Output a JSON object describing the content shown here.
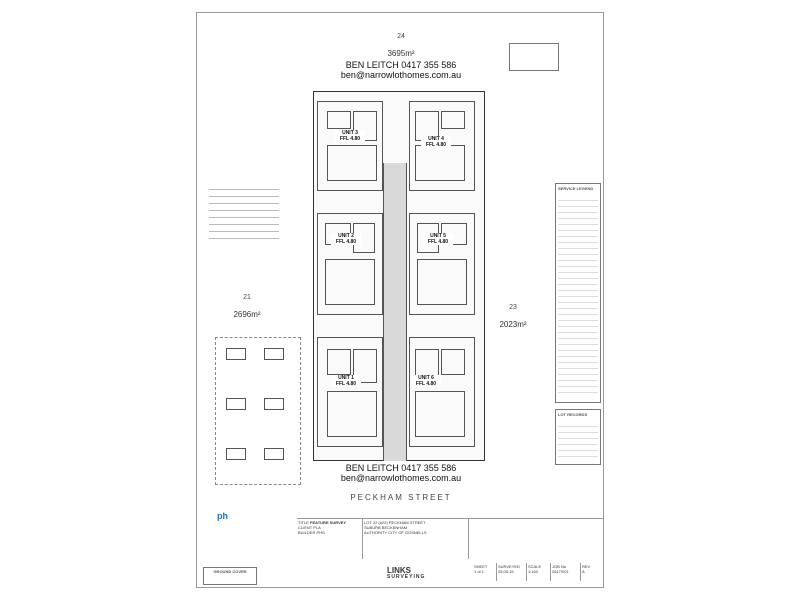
{
  "plan": {
    "lots": {
      "north": {
        "number": "24",
        "area": "3695m²"
      },
      "west": {
        "number": "21",
        "area": "2696m²"
      },
      "east": {
        "number": "23",
        "area": "2023m²"
      }
    },
    "contact_top": {
      "name_phone": "BEN LEITCH 0417 355 586",
      "email": "ben@narrowlothomes.com.au"
    },
    "contact_bottom": {
      "name_phone": "BEN LEITCH 0417 355 586",
      "email": "ben@narrowlothomes.com.au"
    },
    "units": [
      {
        "name": "UNIT 3",
        "ffl": "FFL 4.80"
      },
      {
        "name": "UNIT 4",
        "ffl": "FFL 4.80"
      },
      {
        "name": "UNIT 2",
        "ffl": "FFL 4.80"
      },
      {
        "name": "UNIT 5",
        "ffl": "FFL 4.80"
      },
      {
        "name": "UNIT 1",
        "ffl": "FFL 4.80"
      },
      {
        "name": "UNIT 6",
        "ffl": "FFL 4.80"
      }
    ],
    "street": "PECKHAM STREET",
    "legend": {
      "ground_cover": "GROUND COVER",
      "lot_records": "LOT RECORDS",
      "service_legend": "SERVICE LEGEND"
    }
  },
  "title_block": {
    "title_label": "TITLE",
    "title": "FEATURE SURVEY",
    "client_label": "CLIENT",
    "client": "PLA",
    "builder_label": "BUILDER",
    "builder": "PHG",
    "lot_label": "LOT",
    "lot": "22 (#22) PECKHAM STREET",
    "suburb_label": "SUBURB",
    "suburb": "BECKENHAM",
    "authority_label": "AUTHORITY",
    "authority": "CITY OF GOSNELLS",
    "company_line1": "LINKS",
    "company_line2": "SURVEYING",
    "sheet_label": "SHEET",
    "sheet": "1 of 1",
    "surveyed_label": "SURVEYED",
    "surveyed": "25.05.15",
    "scale_label": "SCALE",
    "scale": "1:160",
    "job_label": "JOB No",
    "job": "2617/001",
    "rev_label": "REV",
    "rev": "A"
  }
}
